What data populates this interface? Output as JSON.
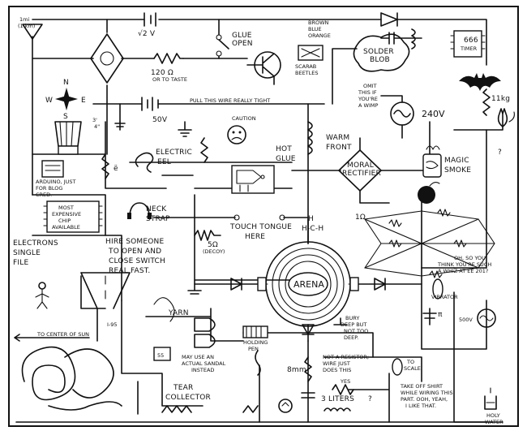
{
  "labels": {
    "ant1": "1mi",
    "ant2": "(1 km)",
    "sqrt2v": "√2 V",
    "glue1": "GLUE",
    "glue2": "OPEN",
    "brown1": "BROWN",
    "brown2": "BLUE",
    "brown3": "ORANGE",
    "t666a": "666",
    "t666b": "TIMER",
    "res120": "120 Ω",
    "totaste": "OR TO TASTE",
    "scarab1": "SCARAB",
    "scarab2": "BEETLES",
    "solder1": "SOLDER",
    "solder2": "BLOB",
    "compass_n": "N",
    "compass_w": "W",
    "compass_e": "E",
    "compass_s": "S",
    "pull": "PULL THIS WIRE REALLY TIGHT",
    "v50": "50V",
    "omit1": "OMIT",
    "omit2": "THIS IF",
    "omit3": "YOU'RE",
    "omit4": "A WIMP",
    "v240": "240V",
    "r11kg": "11kg",
    "caution": "CAUTION",
    "ft3": "3'",
    "in4": "4\"",
    "warm1": "WARM",
    "warm2": "FRONT",
    "eel1": "ELECTRIC",
    "eel2": "EEL",
    "hot1": "HOT",
    "hot2": "GLUE",
    "magic1": "MAGIC",
    "magic2": "SMOKE",
    "ard1": "ARDUINO, JUST",
    "ard2": "FOR BLOG",
    "ard3": "CRED.",
    "moral1": "MORAL",
    "moral2": "RECTIFIER",
    "exp1": "MOST",
    "exp2": "EXPENSIVE",
    "exp3": "CHIP",
    "exp4": "AVAILABLE",
    "neck1": "NECK",
    "neck2": "STRAP",
    "touch1": "TOUCH TONGUE",
    "touch2": "HERE",
    "hch": "H-C-H",
    "hh": "H",
    "r1": "1Ω",
    "elec1": "ELECTRONS",
    "elec2": "SINGLE",
    "elec3": "FILE",
    "hire1": "HIRE SOMEONE",
    "hire2": "TO OPEN AND",
    "hire3": "CLOSE SWITCH",
    "hire4": "REAL FAST.",
    "r5": "5Ω",
    "decoy": "(DECOY)",
    "arena": "ARENA",
    "whiz1": "OH, SO YOU",
    "whiz2": "THINK YOU'RE SUCH",
    "whiz3": "A WHIZ AT EE 201?",
    "vibrator": "VIBRATOR",
    "pi": "π",
    "v500": "500V",
    "yarn": "YARN",
    "i95": "I-95",
    "holding1": "HOLDING",
    "holding2": "PEN",
    "bury1": "BURY",
    "bury2": "DEEP BUT",
    "bury3": "NOT TOO",
    "bury4": "DEEP.",
    "sun": "TO CENTER OF SUN",
    "sandal1": "MAY USE AN",
    "sandal2": "ACTUAL SANDAL",
    "sandal3": "INSTEAD",
    "notres1": "NOT A RESISTOR;",
    "notres2": "WIRE JUST",
    "notres3": "DOES THIS",
    "mm8": "8mm",
    "toscale1": "TO",
    "toscale2": "SCALE",
    "yes": "YES",
    "liters": "3 LITERS",
    "q1": "?",
    "q2": "?",
    "shirt1": "TAKE OFF SHIRT",
    "shirt2": "WHILE WIRING THIS",
    "shirt3": "PART. OOH, YEAH,",
    "shirt4": "I LIKE THAT.",
    "tear1": "TEAR",
    "tear2": "COLLECTOR",
    "holy1": "HOLY",
    "holy2": "WATER",
    "p55": "55",
    "e": "ë"
  }
}
